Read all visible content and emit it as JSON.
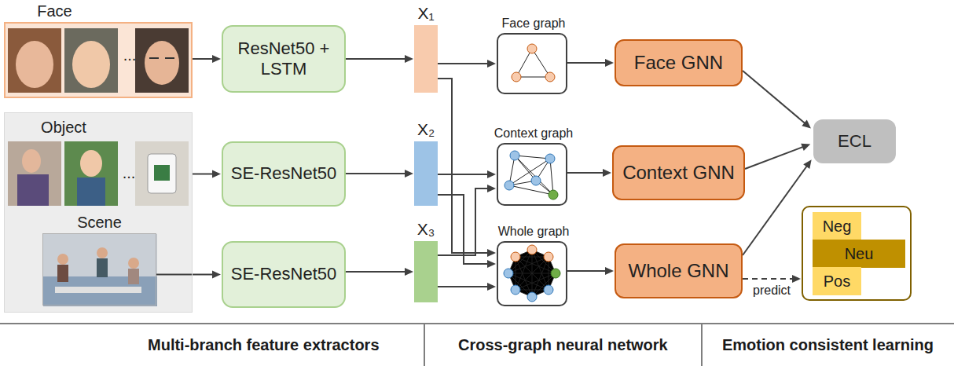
{
  "diagram": {
    "nodes": [
      {
        "text": [
          "Face",
          "..."
        ]
      },
      {
        "text": [
          "Object",
          "..."
        ]
      },
      {
        "text": [
          "Scene"
        ],
        "in": 1
      },
      {
        "text": [
          "ResNet50 + LSTM"
        ]
      },
      {
        "text": [
          "SE-ResNet50"
        ]
      },
      {
        "text": [
          "SE-ResNet50"
        ]
      },
      {
        "text": [
          "X₁"
        ]
      },
      {
        "text": [
          "X₂"
        ]
      },
      {
        "text": [
          "X₃"
        ]
      },
      {
        "text": [
          "Face graph"
        ]
      },
      {
        "text": [
          "Context graph"
        ]
      },
      {
        "text": [
          "Whole graph"
        ]
      },
      {
        "text": [
          "Face GNN"
        ]
      },
      {
        "text": [
          "Context GNN"
        ]
      },
      {
        "text": [
          "Whole GNN"
        ]
      },
      {
        "text": [
          "ECL"
        ]
      },
      {
        "text": []
      },
      {
        "text": [
          "Neg"
        ],
        "in": 16
      },
      {
        "text": [
          "Neu"
        ],
        "in": 16
      },
      {
        "text": [
          "Pos"
        ],
        "in": 16
      }
    ],
    "edges": [
      {
        "from": 0,
        "to": 3,
        "arrow": "to"
      },
      {
        "from": 1,
        "to": 4,
        "arrow": "to"
      },
      {
        "from": 2,
        "to": 5,
        "arrow": "to"
      },
      {
        "from": 3,
        "to": 6,
        "arrow": "to"
      },
      {
        "from": 4,
        "to": 7,
        "arrow": "to"
      },
      {
        "from": 5,
        "to": 8,
        "arrow": "to"
      },
      {
        "from": 6,
        "to": 9,
        "arrow": "to"
      },
      {
        "from": 6,
        "to": 11,
        "arrow": "to"
      },
      {
        "from": 7,
        "to": 10,
        "arrow": "to"
      },
      {
        "from": 7,
        "to": 11,
        "arrow": "to"
      },
      {
        "from": 8,
        "to": 10,
        "arrow": "to"
      },
      {
        "from": 8,
        "to": 11,
        "arrow": "to"
      },
      {
        "from": 9,
        "to": 12,
        "arrow": "to"
      },
      {
        "from": 10,
        "to": 13,
        "arrow": "to"
      },
      {
        "from": 11,
        "to": 14,
        "arrow": "to"
      },
      {
        "from": 12,
        "to": 15,
        "arrow": "to"
      },
      {
        "from": 13,
        "to": 15,
        "arrow": "to"
      },
      {
        "from": 14,
        "to": 15,
        "arrow": "to"
      },
      {
        "from": 14,
        "to": 16,
        "label": "predict",
        "arrow": "to"
      }
    ],
    "labels": [
      "Multi-branch feature extractors",
      "Cross-graph neural network",
      "Emotion consistent learning"
    ]
  }
}
